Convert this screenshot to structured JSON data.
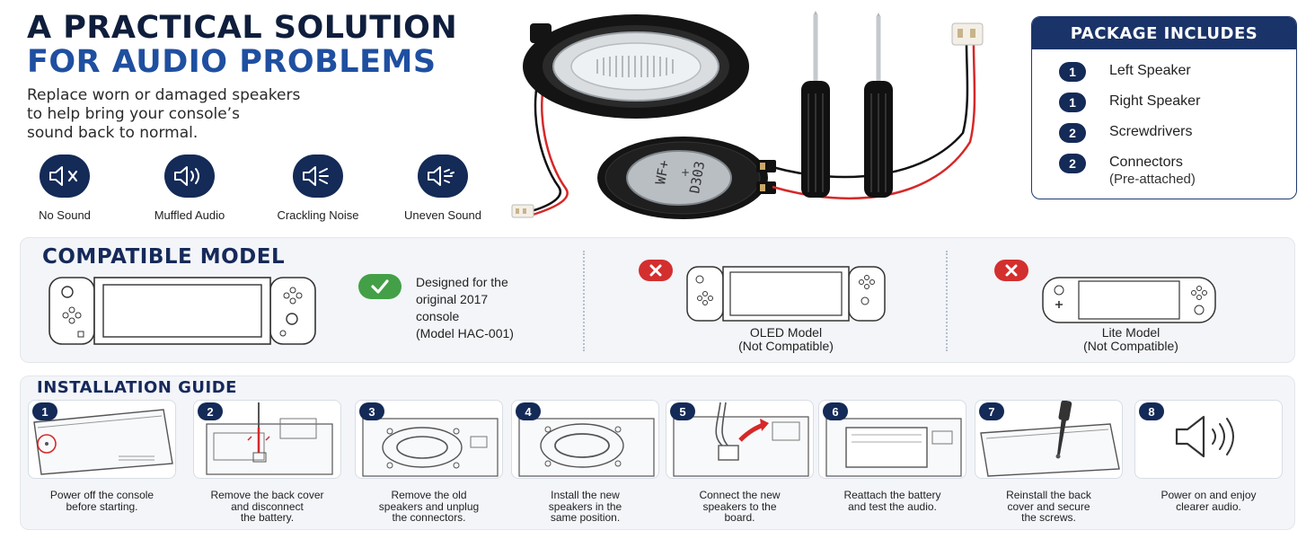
{
  "headline": {
    "line1": "A PRACTICAL SOLUTION",
    "line2": "FOR AUDIO PROBLEMS",
    "intro_lines": [
      "Replace worn or damaged speakers",
      "to help bring your console’s",
      "sound back to normal."
    ]
  },
  "problems": [
    {
      "label": "No Sound",
      "icon": "speaker-mute-icon"
    },
    {
      "label": "Muffled Audio",
      "icon": "speaker-muffled-icon"
    },
    {
      "label": "Crackling Noise",
      "icon": "speaker-crackle-icon"
    },
    {
      "label": "Uneven Sound",
      "icon": "speaker-uneven-icon"
    }
  ],
  "product": {
    "speaker_label_1": "WF+",
    "speaker_label_2": "D303",
    "speaker_label_3": "+"
  },
  "package": {
    "title": "PACKAGE INCLUDES",
    "items": [
      {
        "count": "1",
        "label": "Left Speaker",
        "sub": ""
      },
      {
        "count": "1",
        "label": "Right Speaker",
        "sub": ""
      },
      {
        "count": "2",
        "label": "Screwdrivers",
        "sub": ""
      },
      {
        "count": "2",
        "label": "Connectors",
        "sub": "(Pre-attached)"
      }
    ]
  },
  "compatible": {
    "title": "COMPATIBLE MODEL",
    "designed_lines": [
      "Designed for the",
      "original 2017",
      "console",
      "(Model HAC-001)"
    ],
    "oled": {
      "line1": "OLED Model",
      "line2": "(Not Compatible)"
    },
    "lite": {
      "line1": "Lite Model",
      "line2": "(Not Compatible)"
    },
    "colors": {
      "ok": "#43a047",
      "no": "#d32f2f"
    }
  },
  "guide": {
    "title": "INSTALLATION GUIDE",
    "steps": [
      {
        "num": "1",
        "lines": [
          "Power off the console",
          "before starting."
        ]
      },
      {
        "num": "2",
        "lines": [
          "Remove the back cover",
          "and disconnect",
          "the battery."
        ]
      },
      {
        "num": "3",
        "lines": [
          "Remove the old",
          "speakers and unplug",
          "the connectors."
        ]
      },
      {
        "num": "4",
        "lines": [
          "Install the new",
          "speakers in the",
          "same position."
        ]
      },
      {
        "num": "5",
        "lines": [
          "Connect the new",
          "speakers to the",
          "board."
        ]
      },
      {
        "num": "6",
        "lines": [
          "Reattach the battery",
          "and test the audio."
        ]
      },
      {
        "num": "7",
        "lines": [
          "Reinstall the back",
          "cover and secure",
          "the screws."
        ]
      },
      {
        "num": "8",
        "lines": [
          "Power on and enjoy",
          "clearer audio."
        ]
      }
    ]
  },
  "colors": {
    "navy": "#142a57",
    "blue": "#1f4fa0",
    "panel": "#f3f5f8"
  }
}
